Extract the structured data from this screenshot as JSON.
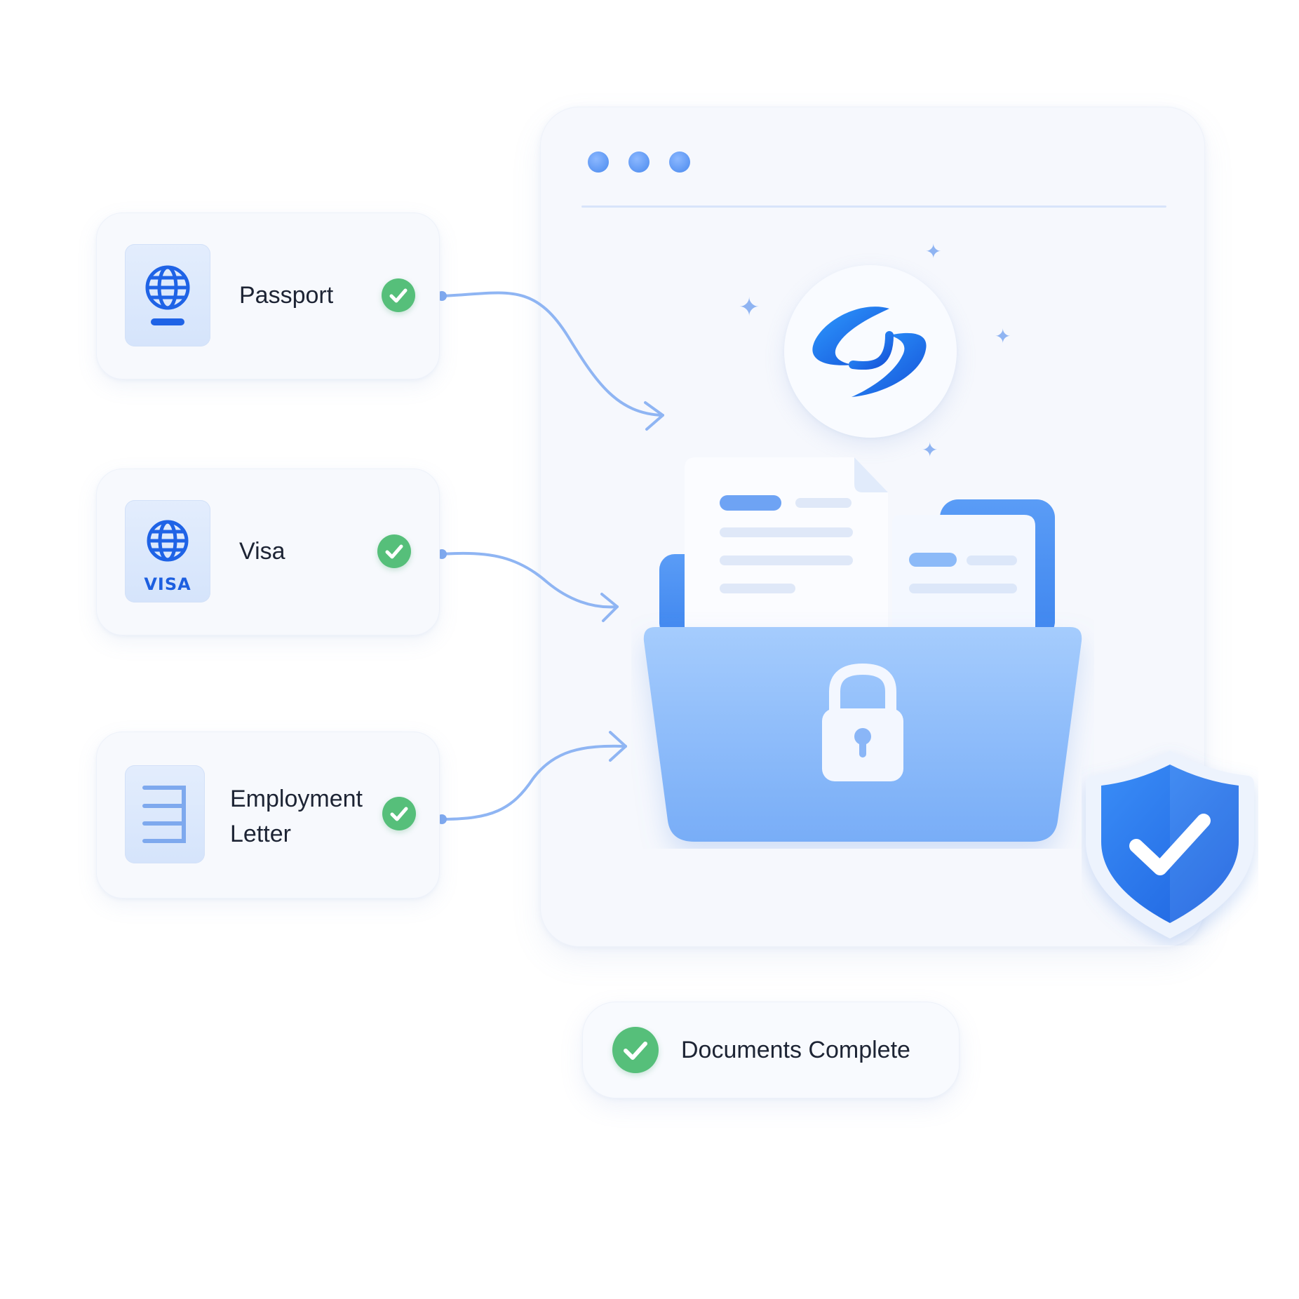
{
  "documents": [
    {
      "label": "Passport",
      "icon": "passport-globe-icon",
      "status_icon": "check-circle-icon",
      "status": "verified"
    },
    {
      "label": "Visa",
      "icon": "visa-card-icon",
      "tile_text": "VISA",
      "status_icon": "check-circle-icon",
      "status": "verified"
    },
    {
      "label": "Employment Letter",
      "label_line1": "Employment",
      "label_line2": "Letter",
      "icon": "document-lines-icon",
      "status_icon": "check-circle-icon",
      "status": "verified"
    }
  ],
  "window": {
    "controls": [
      "window-dot",
      "window-dot",
      "window-dot"
    ]
  },
  "logo": {
    "icon": "brand-swirl-logo"
  },
  "folder": {
    "icon": "locked-folder-icon",
    "lock_icon": "padlock-icon"
  },
  "shield": {
    "icon": "shield-check-icon"
  },
  "status": {
    "label": "Documents Complete",
    "icon": "check-circle-icon"
  },
  "colors": {
    "accent_blue": "#2f7cf0",
    "folder_blue": "#8ab9fb",
    "success_green": "#56bf7a",
    "text": "#1d2434",
    "surface": "#f6f8fd"
  }
}
